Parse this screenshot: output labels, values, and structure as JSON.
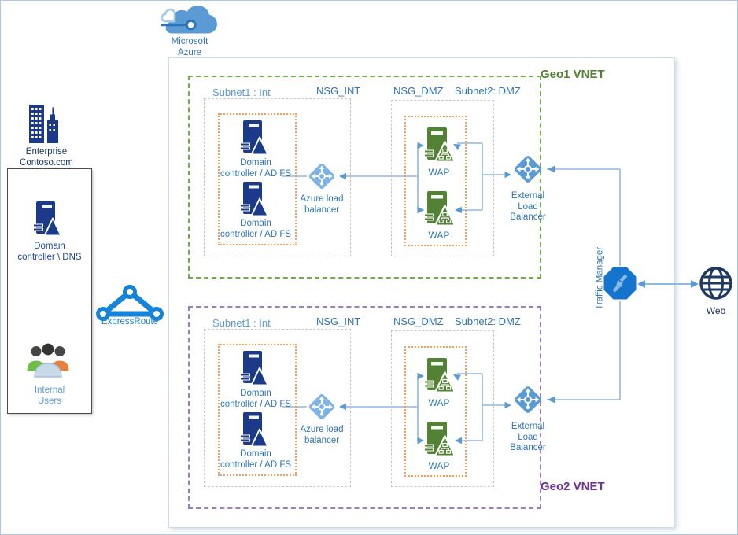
{
  "colors": {
    "outer_border": "#A9C7E6",
    "box_border": "#CBDCEC",
    "leftbox_border": "#4A4A4A",
    "navy": "#1B3A8A",
    "navy_text": "#24459A",
    "dark_navy_text": "#1F3864",
    "blue_text": "#2E74B5",
    "light_blue_text": "#5B9BD5",
    "er_blue": "#1583D8",
    "cloud_blue": "#5B9BD5",
    "cloud_light": "#A7CCEC",
    "line_blue": "#8FB8E2",
    "arrow_blue": "#5B9BD5",
    "green_server": "#538235",
    "green_dash": "#70AD47",
    "green_text": "#538135",
    "purple_dash": "#9B7DC6",
    "purple_text": "#7030A0",
    "orange_dot": "#F0A05C",
    "gray_dash": "#C8C8C8",
    "lb_light": "#7EB3E3",
    "lb_mid": "#5B9BD5",
    "tm_blue": "#1474CE",
    "users_green": "#6CBE45",
    "users_orange": "#E8813B",
    "users_gray": "#C8D9EA"
  },
  "azure": {
    "label": "Microsoft\nAzure"
  },
  "enterprise": {
    "label": "Enterprise\nContoso.com"
  },
  "onprem": {
    "dc": "Domain\ncontroller \\ DNS",
    "users": "Internal\nUsers"
  },
  "expressroute": {
    "label": "ExpressRoute"
  },
  "vnets": [
    {
      "label": "Geo1 VNET",
      "int": {
        "subnet": "Subnet1 : Int",
        "nsg": "NSG_INT",
        "server1": "Domain\ncontroller / AD FS",
        "server2": "Domain\ncontroller / AD FS",
        "lb": "Azure load\nbalancer"
      },
      "dmz": {
        "nsg": "NSG_DMZ",
        "subnet": "Subnet2: DMZ",
        "server1": "WAP",
        "server2": "WAP"
      },
      "elb": "External\nLoad\nBalancer"
    },
    {
      "label": "Geo2 VNET",
      "int": {
        "subnet": "Subnet1 : Int",
        "nsg": "NSG_INT",
        "server1": "Domain\ncontroller / AD FS",
        "server2": "Domain\ncontroller / AD FS",
        "lb": "Azure load\nbalancer"
      },
      "dmz": {
        "nsg": "NSG_DMZ",
        "subnet": "Subnet2: DMZ",
        "server1": "WAP",
        "server2": "WAP"
      },
      "elb": "External\nLoad\nBalancer"
    }
  ],
  "traffic_manager": {
    "label": "Traffic Manager"
  },
  "web": {
    "label": "Web"
  }
}
